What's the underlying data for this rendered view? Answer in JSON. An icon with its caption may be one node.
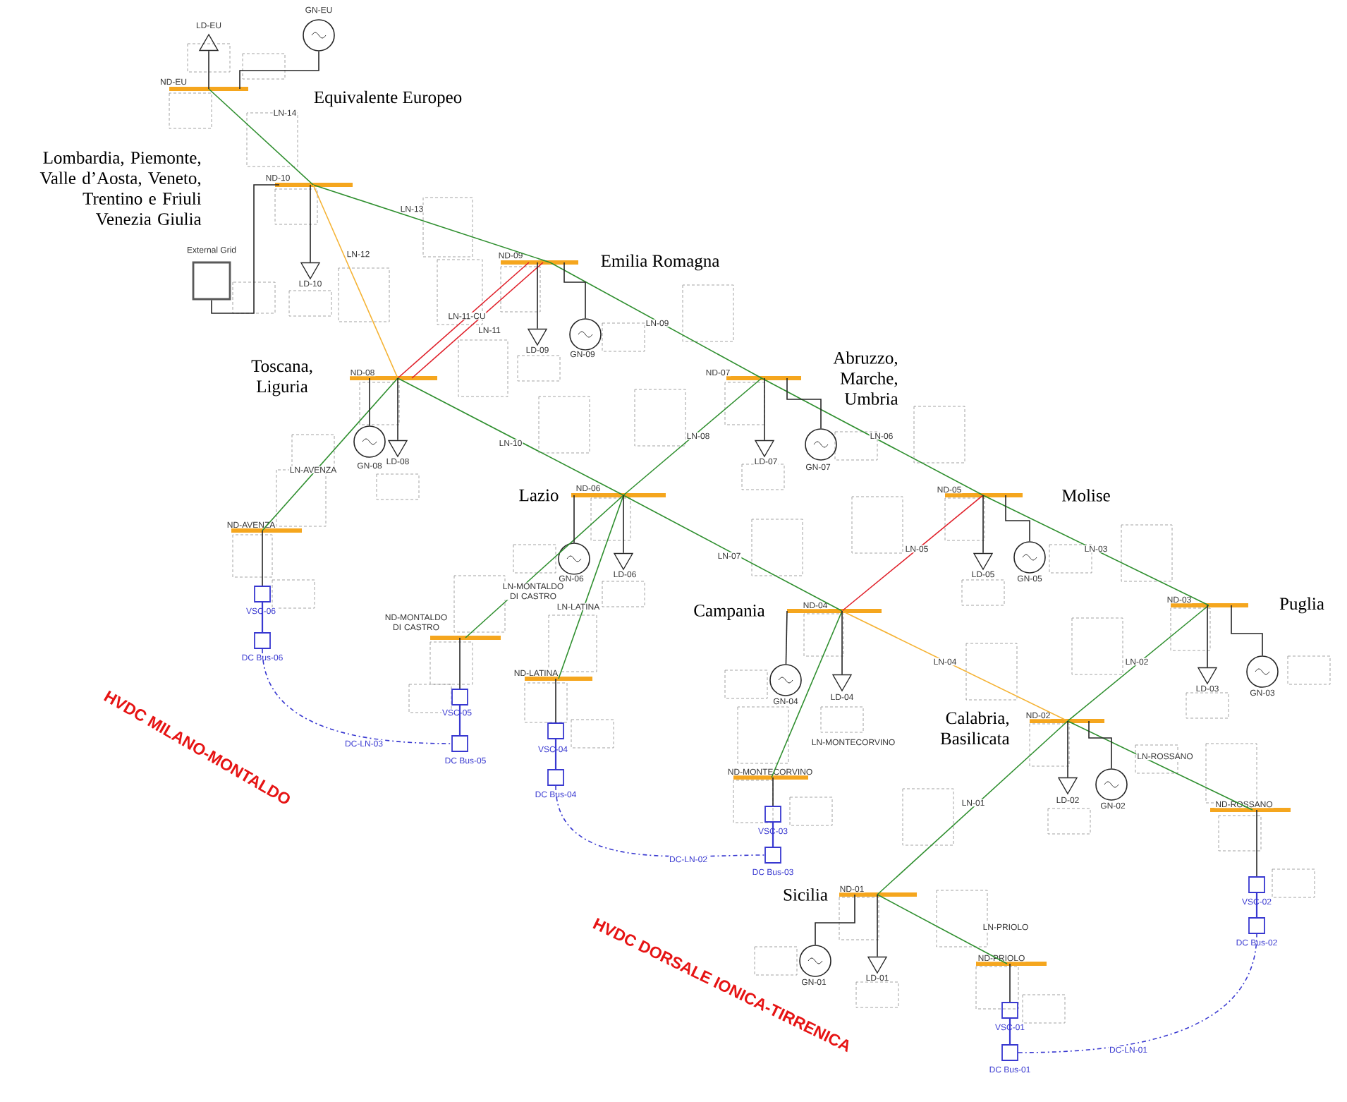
{
  "diagram": {
    "nodes": [
      {
        "text": [
          "GN-EU"
        ]
      },
      {
        "text": [
          "LD-EU"
        ]
      },
      {
        "text": [
          "ND-EU"
        ]
      },
      {
        "text": [
          "ND-10"
        ]
      },
      {
        "text": [
          "External Grid"
        ]
      },
      {
        "text": [
          "LD-10"
        ]
      },
      {
        "text": [
          "ND-09"
        ]
      },
      {
        "text": [
          "LD-09"
        ]
      },
      {
        "text": [
          "GN-09"
        ]
      },
      {
        "text": [
          "ND-08"
        ]
      },
      {
        "text": [
          "GN-08"
        ]
      },
      {
        "text": [
          "LD-08"
        ]
      },
      {
        "text": [
          "ND-07"
        ]
      },
      {
        "text": [
          "LD-07"
        ]
      },
      {
        "text": [
          "GN-07"
        ]
      },
      {
        "text": [
          "ND-06"
        ]
      },
      {
        "text": [
          "GN-06"
        ]
      },
      {
        "text": [
          "LD-06"
        ]
      },
      {
        "text": [
          "ND-05"
        ]
      },
      {
        "text": [
          "LD-05"
        ]
      },
      {
        "text": [
          "GN-05"
        ]
      },
      {
        "text": [
          "ND-AVENZA"
        ]
      },
      {
        "text": [
          "VSC-06"
        ]
      },
      {
        "text": [
          "DC Bus-06"
        ]
      },
      {
        "text": [
          "ND-04"
        ]
      },
      {
        "text": [
          "ND-03"
        ]
      },
      {
        "text": [
          "LD-04"
        ]
      },
      {
        "text": [
          "GN-04"
        ]
      },
      {
        "text": [
          "LD-03"
        ]
      },
      {
        "text": [
          "GN-03"
        ]
      },
      {
        "text": [
          "ND-MONTALDO DI CASTRO"
        ]
      },
      {
        "text": [
          "VSC-05"
        ]
      },
      {
        "text": [
          "DC Bus-05"
        ]
      },
      {
        "text": [
          "ND-LATINA"
        ]
      },
      {
        "text": [
          "VSC-04"
        ]
      },
      {
        "text": [
          "DC Bus-04"
        ]
      },
      {
        "text": [
          "ND-02"
        ]
      },
      {
        "text": [
          "LD-02"
        ]
      },
      {
        "text": [
          "GN-02"
        ]
      },
      {
        "text": [
          "ND-MONTECORVINO"
        ]
      },
      {
        "text": [
          "VSC-03"
        ]
      },
      {
        "text": [
          "DC Bus-03"
        ]
      },
      {
        "text": [
          "ND-ROSSANO"
        ]
      },
      {
        "text": [
          "VSC-02"
        ]
      },
      {
        "text": [
          "DC Bus-02"
        ]
      },
      {
        "text": [
          "ND-01"
        ]
      },
      {
        "text": [
          "GN-01"
        ]
      },
      {
        "text": [
          "LD-01"
        ]
      },
      {
        "text": [
          "ND-PRIOLO"
        ]
      },
      {
        "text": [
          "VSC-01"
        ]
      },
      {
        "text": [
          "DC Bus-01"
        ]
      }
    ],
    "edges": [
      {
        "from": 2,
        "to": 3,
        "arrow": "none",
        "label": "LN-14",
        "color": "#2f8f2f"
      },
      {
        "from": 3,
        "to": 6,
        "arrow": "none",
        "label": "LN-13",
        "color": "#2f8f2f"
      },
      {
        "from": 3,
        "to": 9,
        "arrow": "none",
        "label": "LN-12",
        "color": "#f5b335"
      },
      {
        "from": 9,
        "to": 6,
        "arrow": "none",
        "label": "LN-11-CU",
        "color": "#e0202a"
      },
      {
        "from": 9,
        "to": 6,
        "arrow": "none",
        "label": "LN-11",
        "color": "#e0202a"
      },
      {
        "from": 6,
        "to": 12,
        "arrow": "none",
        "label": "LN-09",
        "color": "#2f8f2f"
      },
      {
        "from": 9,
        "to": 15,
        "arrow": "none",
        "label": "LN-10",
        "color": "#2f8f2f"
      },
      {
        "from": 9,
        "to": 21,
        "arrow": "none",
        "label": "LN-AVENZA",
        "color": "#2f8f2f"
      },
      {
        "from": 15,
        "to": 12,
        "arrow": "none",
        "label": "LN-08",
        "color": "#2f8f2f"
      },
      {
        "from": 12,
        "to": 18,
        "arrow": "none",
        "label": "LN-06",
        "color": "#2f8f2f"
      },
      {
        "from": 15,
        "to": 24,
        "arrow": "none",
        "label": "LN-07",
        "color": "#2f8f2f"
      },
      {
        "from": 15,
        "to": 30,
        "arrow": "none",
        "label": "LN-MONTALDO DI CASTRO",
        "color": "#2f8f2f"
      },
      {
        "from": 15,
        "to": 33,
        "arrow": "none",
        "label": "LN-LATINA",
        "color": "#2f8f2f"
      },
      {
        "from": 24,
        "to": 18,
        "arrow": "none",
        "label": "LN-05",
        "color": "#e0202a"
      },
      {
        "from": 18,
        "to": 25,
        "arrow": "none",
        "label": "LN-03",
        "color": "#2f8f2f"
      },
      {
        "from": 24,
        "to": 36,
        "arrow": "none",
        "label": "LN-04",
        "color": "#f5b335"
      },
      {
        "from": 24,
        "to": 39,
        "arrow": "none",
        "label": "LN-MONTECORVINO",
        "color": "#2f8f2f"
      },
      {
        "from": 36,
        "to": 25,
        "arrow": "none",
        "label": "LN-02",
        "color": "#2f8f2f"
      },
      {
        "from": 36,
        "to": 42,
        "arrow": "none",
        "label": "LN-ROSSANO",
        "color": "#2f8f2f"
      },
      {
        "from": 45,
        "to": 36,
        "arrow": "none",
        "label": "LN-01",
        "color": "#2f8f2f"
      },
      {
        "from": 45,
        "to": 48,
        "arrow": "none",
        "label": "LN-PRIOLO",
        "color": "#2f8f2f"
      },
      {
        "from": 2,
        "to": 0,
        "arrow": "none"
      },
      {
        "from": 2,
        "to": 1,
        "arrow": "none"
      },
      {
        "from": 3,
        "to": 4,
        "arrow": "none"
      },
      {
        "from": 3,
        "to": 5,
        "arrow": "none"
      },
      {
        "from": 6,
        "to": 7,
        "arrow": "none"
      },
      {
        "from": 6,
        "to": 8,
        "arrow": "none"
      },
      {
        "from": 9,
        "to": 10,
        "arrow": "none"
      },
      {
        "from": 9,
        "to": 11,
        "arrow": "none"
      },
      {
        "from": 12,
        "to": 13,
        "arrow": "none"
      },
      {
        "from": 12,
        "to": 14,
        "arrow": "none"
      },
      {
        "from": 15,
        "to": 16,
        "arrow": "none"
      },
      {
        "from": 15,
        "to": 17,
        "arrow": "none"
      },
      {
        "from": 18,
        "to": 19,
        "arrow": "none"
      },
      {
        "from": 18,
        "to": 20,
        "arrow": "none"
      },
      {
        "from": 21,
        "to": 22,
        "arrow": "none"
      },
      {
        "from": 22,
        "to": 23,
        "arrow": "none",
        "color": "#3838d0"
      },
      {
        "from": 24,
        "to": 26,
        "arrow": "none"
      },
      {
        "from": 24,
        "to": 27,
        "arrow": "none"
      },
      {
        "from": 25,
        "to": 28,
        "arrow": "none"
      },
      {
        "from": 25,
        "to": 29,
        "arrow": "none"
      },
      {
        "from": 30,
        "to": 31,
        "arrow": "none"
      },
      {
        "from": 31,
        "to": 32,
        "arrow": "none",
        "color": "#3838d0"
      },
      {
        "from": 33,
        "to": 34,
        "arrow": "none"
      },
      {
        "from": 34,
        "to": 35,
        "arrow": "none",
        "color": "#3838d0"
      },
      {
        "from": 36,
        "to": 37,
        "arrow": "none"
      },
      {
        "from": 36,
        "to": 38,
        "arrow": "none"
      },
      {
        "from": 39,
        "to": 40,
        "arrow": "none"
      },
      {
        "from": 40,
        "to": 41,
        "arrow": "none",
        "color": "#3838d0"
      },
      {
        "from": 42,
        "to": 43,
        "arrow": "none"
      },
      {
        "from": 43,
        "to": 44,
        "arrow": "none",
        "color": "#3838d0"
      },
      {
        "from": 45,
        "to": 46,
        "arrow": "none"
      },
      {
        "from": 45,
        "to": 47,
        "arrow": "none"
      },
      {
        "from": 48,
        "to": 49,
        "arrow": "none"
      },
      {
        "from": 49,
        "to": 50,
        "arrow": "none",
        "color": "#3838d0"
      },
      {
        "from": 23,
        "to": 32,
        "arrow": "none",
        "label": "DC-LN-03",
        "style": "dashed",
        "color": "#3838d0"
      },
      {
        "from": 35,
        "to": 41,
        "arrow": "none",
        "label": "DC-LN-02",
        "style": "dashed",
        "color": "#3838d0"
      },
      {
        "from": 50,
        "to": 44,
        "arrow": "none",
        "label": "DC-LN-01",
        "style": "dashed",
        "color": "#3838d0"
      }
    ],
    "labels": [
      "Equivalente Europeo",
      "Lombardia, Piemonte, Valle d’Aosta, Veneto, Trentino e Friuli Venezia Giulia",
      "Emilia Romagna",
      "Toscana, Liguria",
      "Abruzzo, Marche, Umbria",
      "Lazio",
      "Molise",
      "Campania",
      "Puglia",
      "Calabria, Basilicata",
      "Sicilia",
      "HVDC MILANO-MONTALDO",
      "HVDC DORSALE IONICA-TIRRENICA"
    ]
  }
}
